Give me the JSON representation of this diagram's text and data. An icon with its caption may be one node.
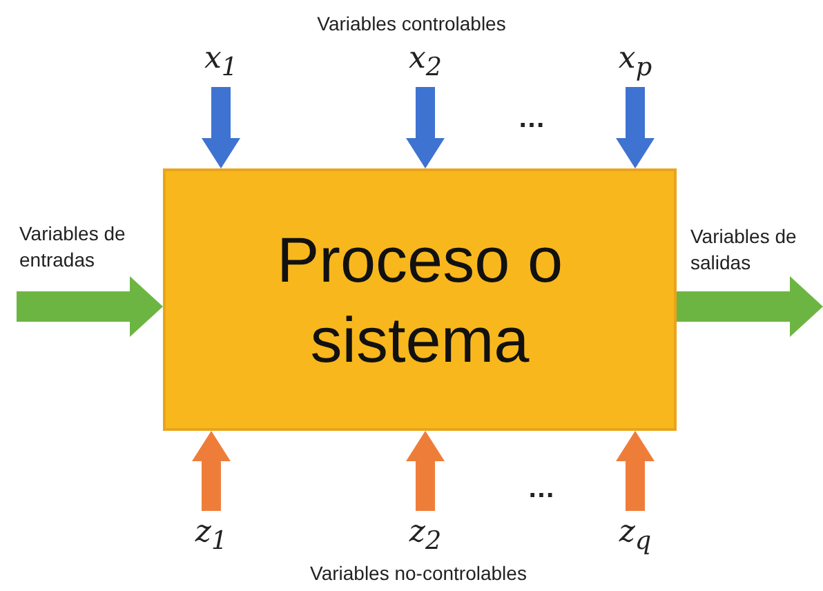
{
  "diagram": {
    "nodes": [
      {
        "text": [
          "Proceso o sistema"
        ]
      },
      {
        "text": [
          "x$_{1}$"
        ]
      },
      {
        "text": [
          "x$_{2}$"
        ]
      },
      {
        "text": [
          "x$_{p}$"
        ]
      },
      {
        "text": [
          "z$_{1}$"
        ]
      },
      {
        "text": [
          "z$_{2}$"
        ]
      },
      {
        "text": [
          "z$_{q}$"
        ]
      }
    ],
    "edges": [
      {
        "from": 1,
        "to": 0,
        "arrow": "to",
        "color": "#3f73d1"
      },
      {
        "from": 2,
        "to": 0,
        "arrow": "to",
        "color": "#3f73d1"
      },
      {
        "from": 3,
        "to": 0,
        "arrow": "to",
        "color": "#3f73d1"
      },
      {
        "from": 4,
        "to": 0,
        "arrow": "to",
        "color": "#ef7d3a"
      },
      {
        "from": 5,
        "to": 0,
        "arrow": "to",
        "color": "#ef7d3a"
      },
      {
        "from": 6,
        "to": 0,
        "arrow": "to",
        "color": "#ef7d3a"
      },
      {
        "from": null,
        "to": 0,
        "arrow": "to",
        "color": "#6db543"
      },
      {
        "from": 0,
        "to": null,
        "arrow": "to",
        "color": "#6db543"
      }
    ],
    "labels": [
      "Variables controlables",
      "…",
      "Variables de entradas",
      "Variables de salidas",
      "…",
      "Variables no-controlables"
    ]
  }
}
